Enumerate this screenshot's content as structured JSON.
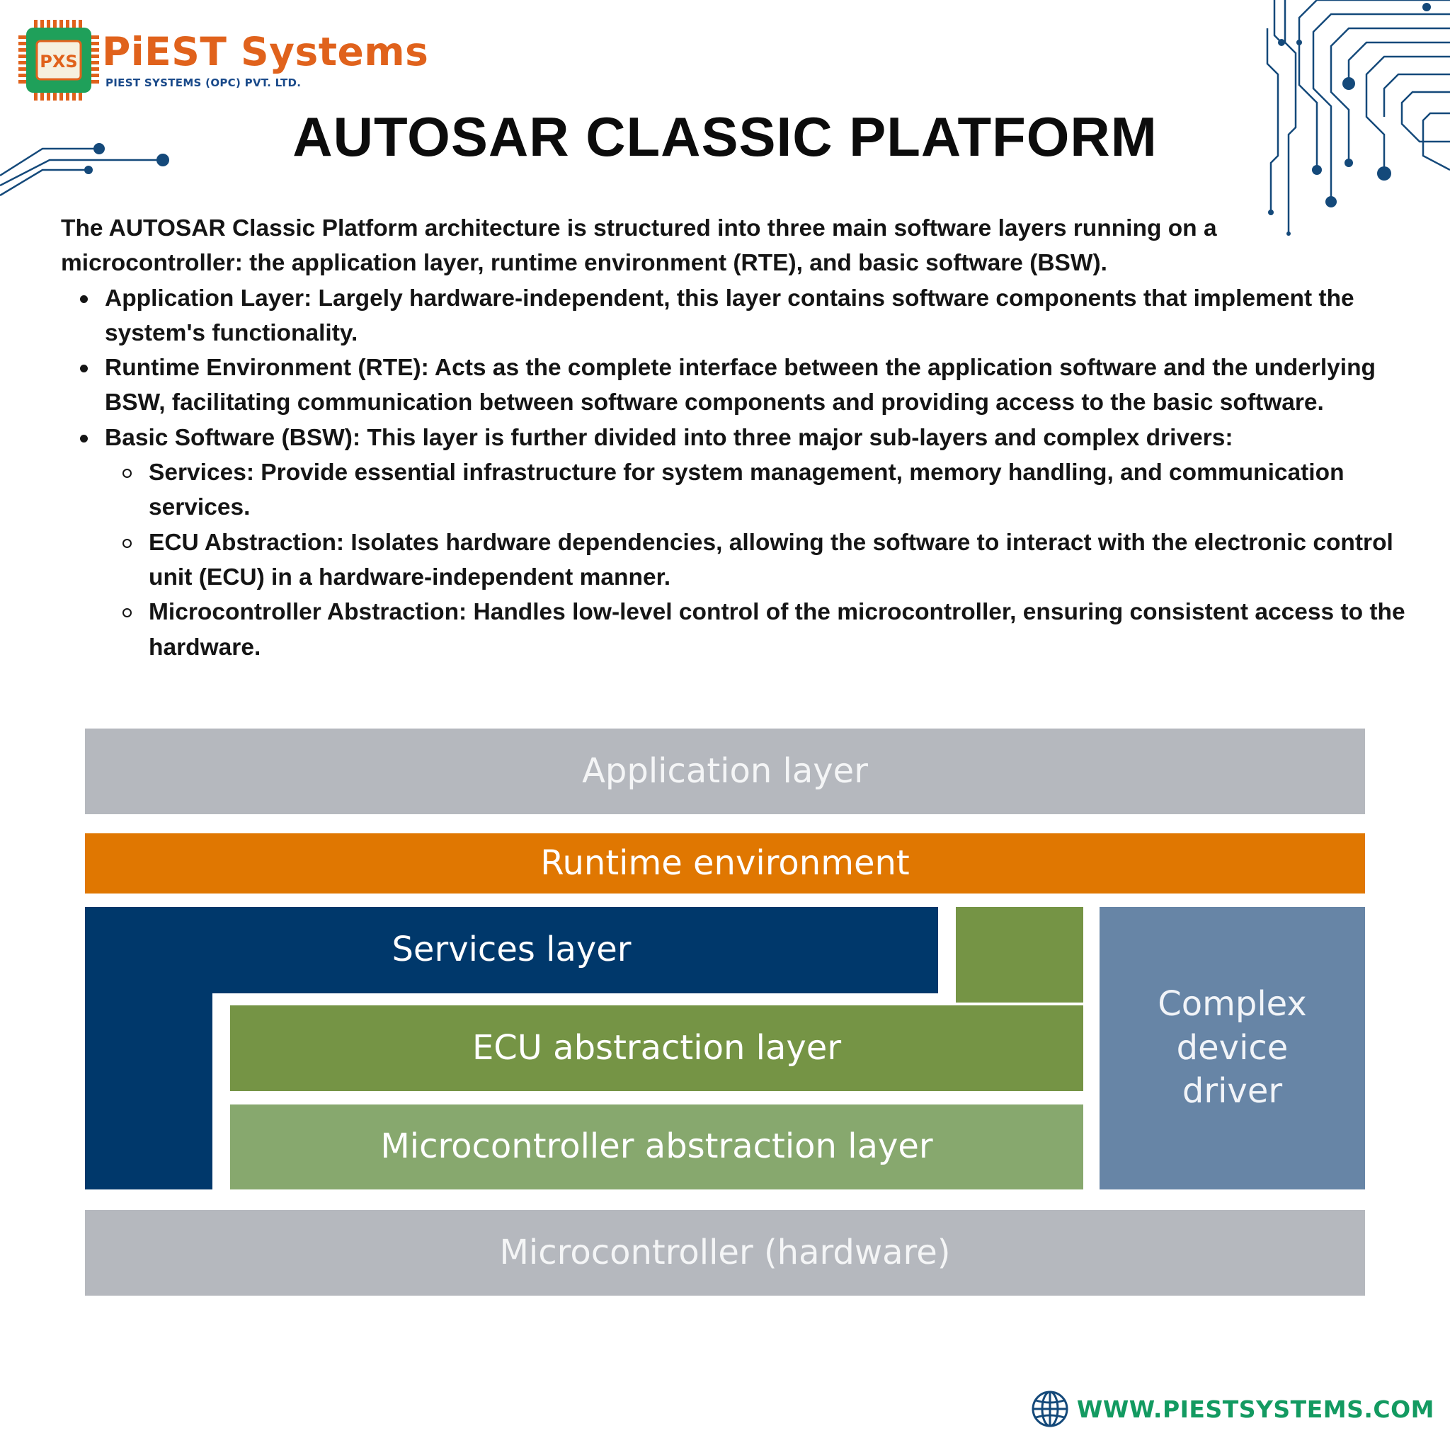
{
  "brand": {
    "name": "PiEST Systems",
    "subtitle": "PIEST SYSTEMS (OPC) PVT. LTD.",
    "chip_letters": "PXS",
    "colors": {
      "orange": "#e0621c",
      "green": "#1fa05a",
      "navy": "#1a4a8a"
    }
  },
  "title": "AUTOSAR CLASSIC PLATFORM",
  "intro": "The AUTOSAR Classic Platform architecture is structured into three main software layers running on a microcontroller: the application layer, runtime environment (RTE), and basic software (BSW).",
  "bullets": [
    {
      "text": "Application Layer: Largely hardware-independent, this layer contains software components that implement the system's functionality."
    },
    {
      "text": "Runtime Environment (RTE): Acts as the complete interface between the application software and the underlying BSW, facilitating communication between software components and providing access to the basic software."
    },
    {
      "text": "Basic Software (BSW): This layer is further divided into three major sub-layers and complex drivers:"
    }
  ],
  "sub_bullets": [
    {
      "text": "Services: Provide essential infrastructure for system management, memory handling, and communication services."
    },
    {
      "text": "ECU Abstraction: Isolates hardware dependencies, allowing the software to interact with the electronic control unit (ECU) in a hardware-independent manner."
    },
    {
      "text": "Microcontroller Abstraction: Handles low-level control of the microcontroller, ensuring consistent access to the hardware."
    }
  ],
  "diagram": {
    "application": {
      "label": "Application layer",
      "color": "#b5b8be"
    },
    "rte": {
      "label": "Runtime environment",
      "color": "#e07701"
    },
    "services": {
      "label": "Services layer",
      "color": "#00386b"
    },
    "ecu": {
      "label": "ECU abstraction layer",
      "color": "#759445"
    },
    "mcal": {
      "label": "Microcontroller abstraction layer",
      "color": "#87a86e"
    },
    "cdd": {
      "label_lines": [
        "Complex",
        "device",
        "driver"
      ],
      "color": "#6785a6"
    },
    "hardware": {
      "label": "Microcontroller (hardware)",
      "color": "#b5b8be"
    }
  },
  "footer": {
    "url": "WWW.PIESTSYSTEMS.COM",
    "icon": "globe-icon",
    "color": "#139a61"
  }
}
